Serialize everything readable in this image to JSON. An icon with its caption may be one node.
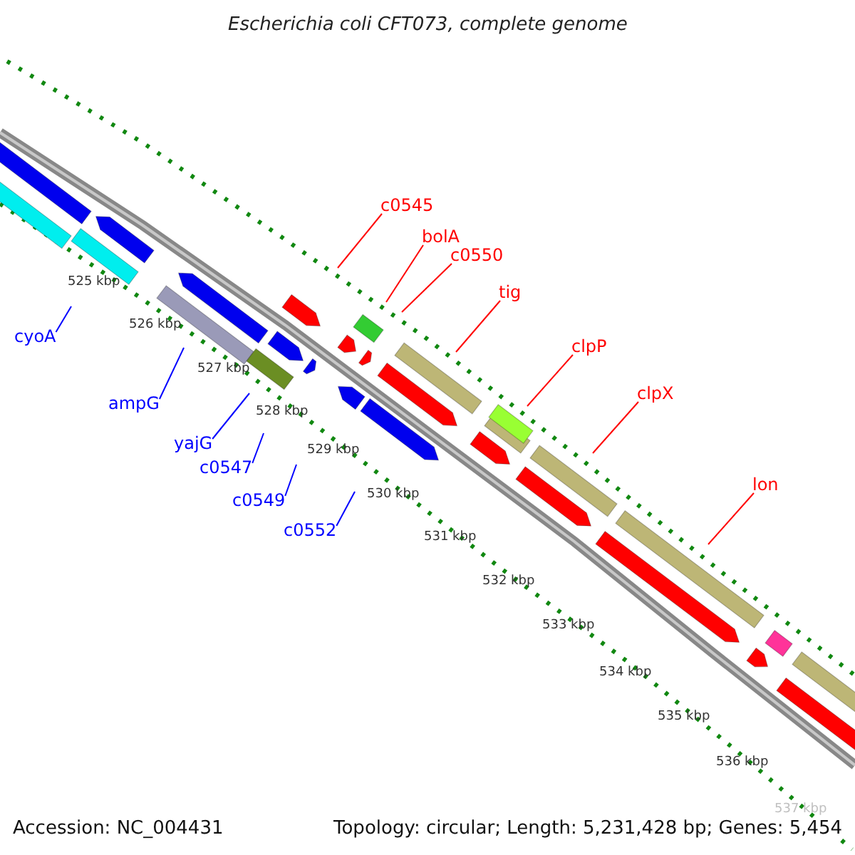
{
  "diagram": {
    "title": "Escherichia coli CFT073, complete genome",
    "nodes": [
      {
        "text": [
          "c0545"
        ]
      },
      {
        "text": [
          "bolA"
        ]
      },
      {
        "text": [
          "c0550"
        ]
      },
      {
        "text": [
          "tig"
        ]
      },
      {
        "text": [
          "cyoA"
        ]
      },
      {
        "text": [
          "clpP"
        ]
      },
      {
        "text": [
          "clpX"
        ]
      },
      {
        "text": [
          "ampG"
        ]
      },
      {
        "text": [
          "yajG"
        ]
      },
      {
        "text": [
          "c0547"
        ]
      },
      {
        "text": [
          "lon"
        ]
      },
      {
        "text": [
          "c0549"
        ]
      },
      {
        "text": [
          "c0552"
        ]
      }
    ],
    "edges": [
      {
        "from": 0,
        "to": null,
        "arrow": "none"
      },
      {
        "from": 1,
        "to": null,
        "arrow": "none"
      },
      {
        "from": 2,
        "to": null,
        "arrow": "none"
      },
      {
        "from": 3,
        "to": null,
        "arrow": "none"
      },
      {
        "from": 4,
        "to": null,
        "arrow": "none",
        "color": "#0000ff"
      },
      {
        "from": 5,
        "to": null,
        "arrow": "none"
      },
      {
        "from": 6,
        "to": null,
        "arrow": "none"
      },
      {
        "from": 7,
        "to": null,
        "arrow": "none",
        "color": "#0000ff"
      },
      {
        "from": 8,
        "to": null,
        "arrow": "none",
        "color": "#0000ff"
      },
      {
        "from": 9,
        "to": null,
        "arrow": "none",
        "color": "#0000ff"
      },
      {
        "from": 10,
        "to": null,
        "arrow": "none"
      },
      {
        "from": 11,
        "to": null,
        "arrow": "none",
        "color": "#0000ff"
      },
      {
        "from": 12,
        "to": null,
        "arrow": "none",
        "color": "#0000ff"
      }
    ],
    "labels": [
      "525 kbp",
      "526 kbp",
      "527 kbp",
      "528 kbp",
      "529 kbp",
      "530 kbp",
      "531 kbp",
      "532 kbp",
      "533 kbp",
      "534 kbp",
      "535 kbp",
      "536 kbp",
      "537 kbp",
      "Accession: NC_004431",
      "Topology: circular; Length: 5,231,428 bp; Genes: 5,454"
    ]
  }
}
